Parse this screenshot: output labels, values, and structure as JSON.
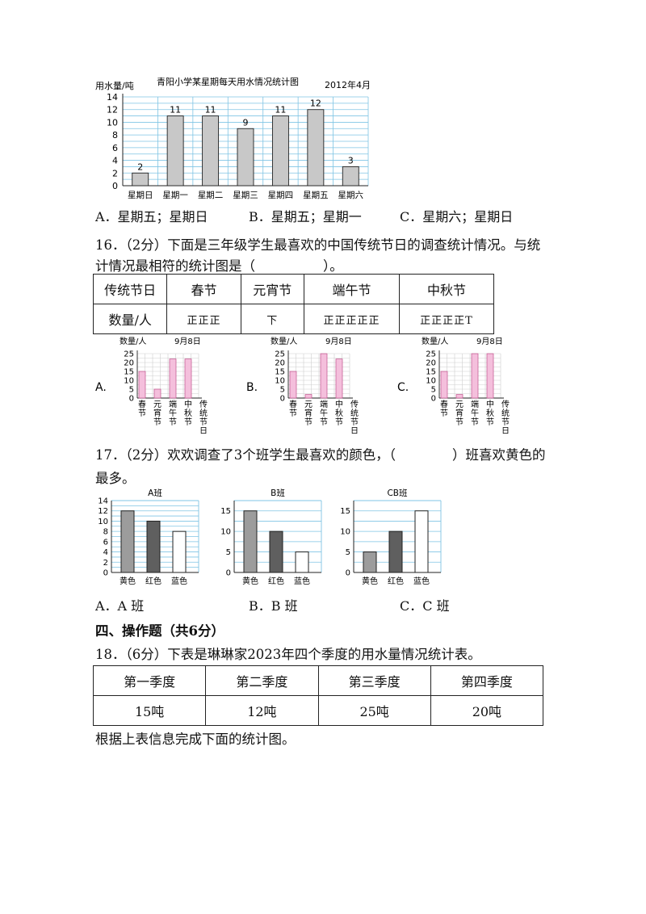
{
  "q15_chart": {
    "ylabel": "用水量/吨",
    "title": "青阳小学某星期每天用水情况统计图",
    "date": "2012年4月",
    "categories": [
      "星期日",
      "星期一",
      "星期二",
      "星期三",
      "星期四",
      "星期五",
      "星期六"
    ],
    "values": [
      2,
      11,
      11,
      9,
      11,
      12,
      3
    ],
    "labels": [
      "2",
      "11",
      "11",
      "9",
      "11",
      "12",
      "3"
    ],
    "yticks": [
      "0",
      "2",
      "4",
      "6",
      "8",
      "10",
      "12",
      "14"
    ]
  },
  "q15_options": {
    "a": "A．星期五；星期日",
    "b": "B．星期五；星期一",
    "c": "C．星期六；星期日"
  },
  "q16": {
    "line1": "16．（2分）下面是三年级学生最喜欢的中国传统节日的调查统计情况。与统",
    "line2a": "计情况最相符的统计图是（",
    "line2b": "）。",
    "table_head": [
      "传统节日",
      "春节",
      "元宵节",
      "端午节",
      "中秋节"
    ],
    "table_row_label": "数量/人",
    "tallies": [
      "正正正",
      "下",
      "正正正正正",
      "正正正正T"
    ]
  },
  "q16_charts": {
    "ylabel": "数量/人",
    "date": "9月8日",
    "yticks": [
      "0",
      "5",
      "10",
      "15",
      "20",
      "25"
    ],
    "cats": [
      "春节",
      "元宵节",
      "端午节",
      "中秋节",
      "传统节日"
    ],
    "options": [
      "A.",
      "B.",
      "C."
    ],
    "values_a": [
      15,
      5,
      22,
      22
    ],
    "values_b": [
      15,
      2,
      25,
      22
    ],
    "values_c": [
      15,
      2,
      25,
      25
    ]
  },
  "q17": {
    "line1a": "17．（2分）欢欢调查了3个班学生最喜欢的颜色，（",
    "line1b": "）班喜欢黄色的",
    "line2": "最多。"
  },
  "q17_charts": {
    "colors": [
      "黄色",
      "红色",
      "蓝色"
    ],
    "bar_fills": [
      "#9c9c9c",
      "#5f5f5f",
      "#ffffff"
    ],
    "a": {
      "title": "A班",
      "yticks": [
        "0",
        "2",
        "4",
        "6",
        "8",
        "10",
        "12",
        "14"
      ],
      "ymax": 14,
      "values": [
        12,
        10,
        8
      ]
    },
    "b": {
      "title": "B班",
      "yticks": [
        "0",
        "5",
        "10",
        "15"
      ],
      "ymax": 17.5,
      "values": [
        15,
        10,
        5
      ]
    },
    "c": {
      "title": "CB班",
      "yticks": [
        "0",
        "5",
        "10",
        "15"
      ],
      "ymax": 17.5,
      "values": [
        5,
        10,
        15
      ]
    }
  },
  "q17_options": {
    "a": "A．A 班",
    "b": "B．B 班",
    "c": "C．C 班"
  },
  "section4": "四、操作题（共6分）",
  "q18": {
    "line1": "18．（6分）下表是琳琳家2023年四个季度的用水量情况统计表。",
    "table_head": [
      "第一季度",
      "第二季度",
      "第三季度",
      "第四季度"
    ],
    "table_values": [
      "15吨",
      "12吨",
      "25吨",
      "20吨"
    ],
    "line2": "根据上表信息完成下面的统计图。"
  }
}
